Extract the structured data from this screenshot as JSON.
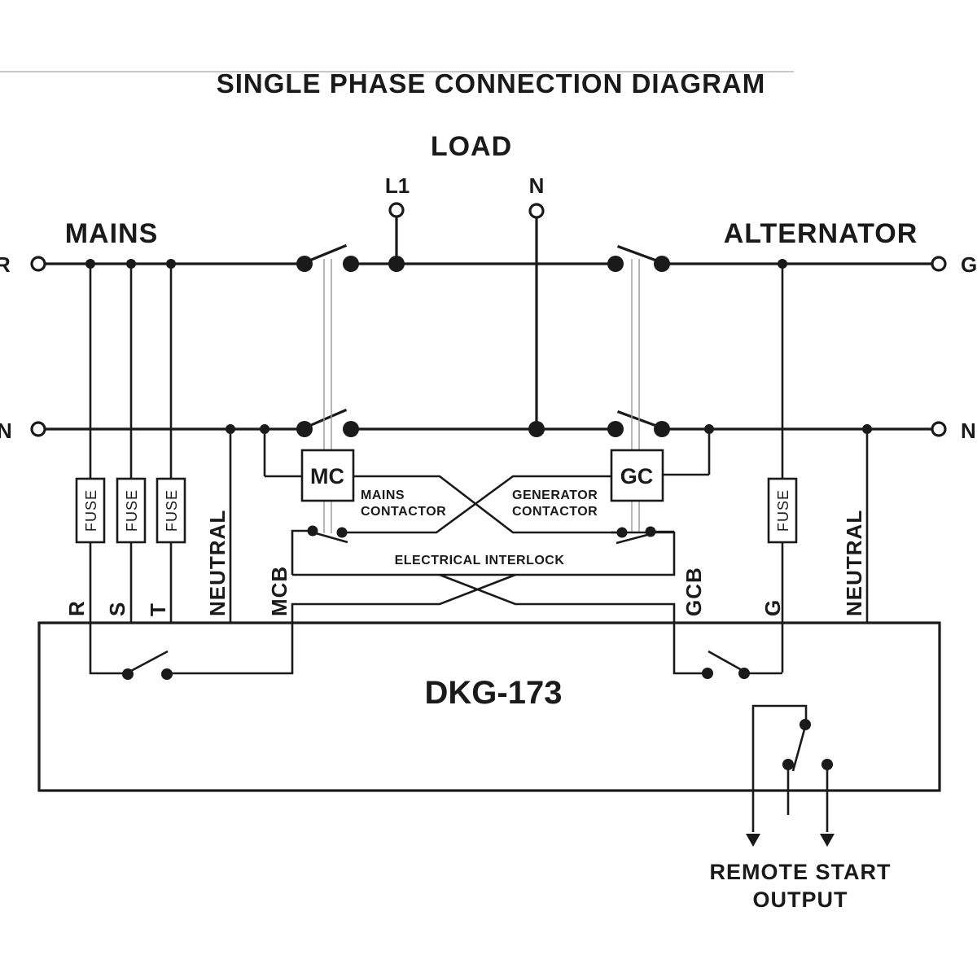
{
  "title": "SINGLE PHASE CONNECTION DIAGRAM",
  "load": {
    "label": "LOAD",
    "terminals": [
      "L1",
      "N"
    ]
  },
  "mains": {
    "label": "MAINS",
    "terminals": [
      "R",
      "N"
    ]
  },
  "alternator": {
    "label": "ALTERNATOR",
    "terminals": [
      "G",
      "N"
    ]
  },
  "contactors": {
    "mc": {
      "code": "MC",
      "line1": "MAINS",
      "line2": "CONTACTOR"
    },
    "gc": {
      "code": "GC",
      "line1": "GENERATOR",
      "line2": "CONTACTOR"
    }
  },
  "interlock_label": "ELECTRICAL INTERLOCK",
  "fuse_label": "FUSE",
  "device": {
    "name": "DKG-173",
    "terminal_labels": [
      "R",
      "S",
      "T",
      "NEUTRAL",
      "MCB",
      "GCB",
      "G",
      "NEUTRAL"
    ]
  },
  "remote_start": {
    "line1": "REMOTE START",
    "line2": "OUTPUT"
  },
  "colors": {
    "ink": "#1a1a1a",
    "mechanical_link": "#9a9a9a",
    "background": "#ffffff"
  }
}
